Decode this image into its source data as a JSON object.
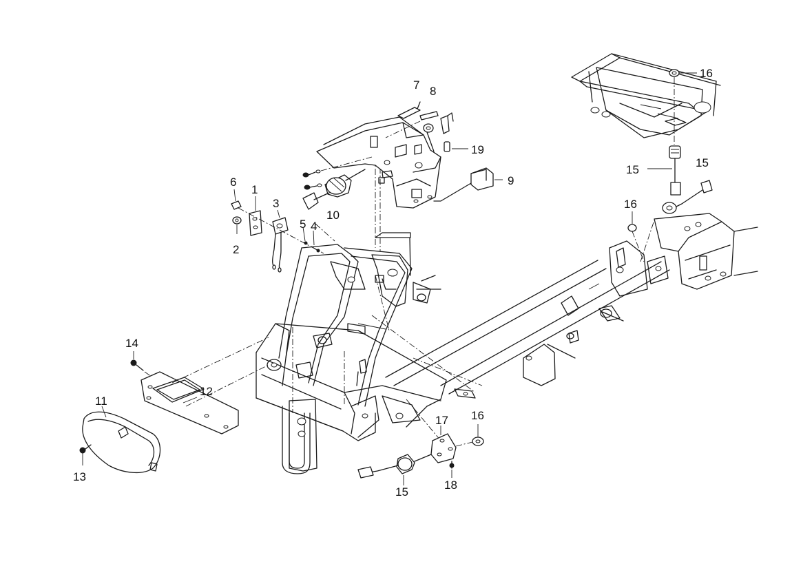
{
  "callouts": [
    {
      "id": "c1",
      "label": "1"
    },
    {
      "id": "c2",
      "label": "2"
    },
    {
      "id": "c3",
      "label": "3"
    },
    {
      "id": "c4",
      "label": "4"
    },
    {
      "id": "c5",
      "label": "5"
    },
    {
      "id": "c6",
      "label": "6"
    },
    {
      "id": "c7",
      "label": "7"
    },
    {
      "id": "c8",
      "label": "8"
    },
    {
      "id": "c9",
      "label": "9"
    },
    {
      "id": "c10",
      "label": "10"
    },
    {
      "id": "c11",
      "label": "11"
    },
    {
      "id": "c12",
      "label": "12"
    },
    {
      "id": "c13",
      "label": "13"
    },
    {
      "id": "c14",
      "label": "14"
    },
    {
      "id": "c15a",
      "label": "15"
    },
    {
      "id": "c15b",
      "label": "15"
    },
    {
      "id": "c15c",
      "label": "15"
    },
    {
      "id": "c16a",
      "label": "16"
    },
    {
      "id": "c16b",
      "label": "16"
    },
    {
      "id": "c16c",
      "label": "16"
    },
    {
      "id": "c17",
      "label": "17"
    },
    {
      "id": "c18",
      "label": "18"
    },
    {
      "id": "c19",
      "label": "19"
    }
  ]
}
